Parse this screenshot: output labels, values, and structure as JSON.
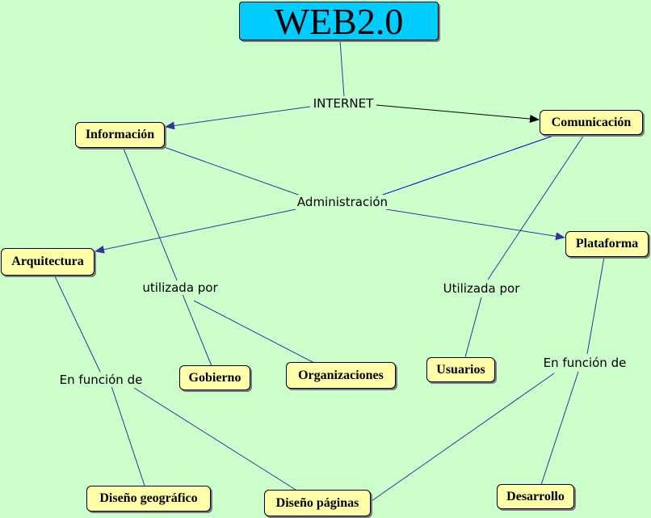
{
  "colors": {
    "background": "#ccffcc",
    "concept_fill": "#ffffaa",
    "root_fill": "#00ccff",
    "line": "#333399"
  },
  "root": {
    "label": "WEB2.0"
  },
  "concepts": {
    "informacion": "Información",
    "comunicacion": "Comunicación",
    "arquitectura": "Arquitectura",
    "plataforma": "Plataforma",
    "gobierno": "Gobierno",
    "organizaciones": "Organizaciones",
    "usuarios": "Usuarios",
    "diseno_geografico": "Diseño geográfico",
    "diseno_paginas": "Diseño páginas",
    "desarrollo": "Desarrollo"
  },
  "linking_phrases": {
    "internet": "INTERNET",
    "administracion": "Administración",
    "utilizada_por_1": "utilizada por",
    "utilizada_por_2": "Utilizada por",
    "en_funcion_1": "En función de",
    "en_funcion_2": "En función de"
  }
}
